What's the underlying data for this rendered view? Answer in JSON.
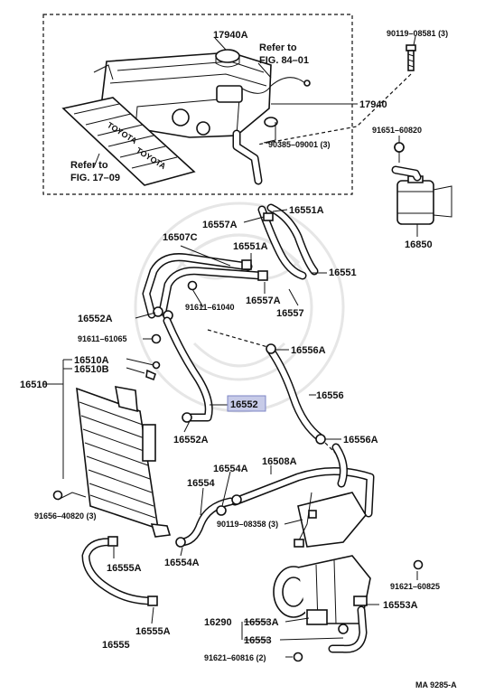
{
  "diagram_code": "MA 9285-A",
  "highlighted_part": "16552",
  "refs": {
    "fig84": [
      "Refer to",
      "FIG. 84–01"
    ],
    "fig17": [
      "Refer to",
      "FIG. 17–09"
    ]
  },
  "labels": {
    "l17940A": "17940A",
    "l17940": "17940",
    "l90119_08581": "90119–08581 (3)",
    "l90385_09001": "90385–09001 (3)",
    "l91651_60820": "91651–60820",
    "l16850": "16850",
    "l16551A_top": "16551A",
    "l16557A_top": "16557A",
    "l16507C": "16507C",
    "l16551A_mid": "16551A",
    "l16551": "16551",
    "l16557A_mid": "16557A",
    "l16557": "16557",
    "l91611_61040": "91611–61040",
    "l16552A_top": "16552A",
    "l91611_61065": "91611–61065",
    "l16556A_top": "16556A",
    "l16510A": "16510A",
    "l16510B": "16510B",
    "l16510": "16510",
    "l16552": "16552",
    "l16556": "16556",
    "l16552A_bot": "16552A",
    "l16556A_bot": "16556A",
    "l16554A_top": "16554A",
    "l16508A": "16508A",
    "l16554": "16554",
    "l91656_40820": "91656–40820 (3)",
    "l90119_08358": "90119–08358 (3)",
    "l16555A_top": "16555A",
    "l16554A_bot": "16554A",
    "l91621_60825": "91621–60825",
    "l16553A_right": "16553A",
    "l16290": "16290",
    "l16553A_mid": "16553A",
    "l16555A_bot": "16555A",
    "l16555": "16555",
    "l16553": "16553",
    "l91621_60816": "91621–60816 (2)"
  }
}
